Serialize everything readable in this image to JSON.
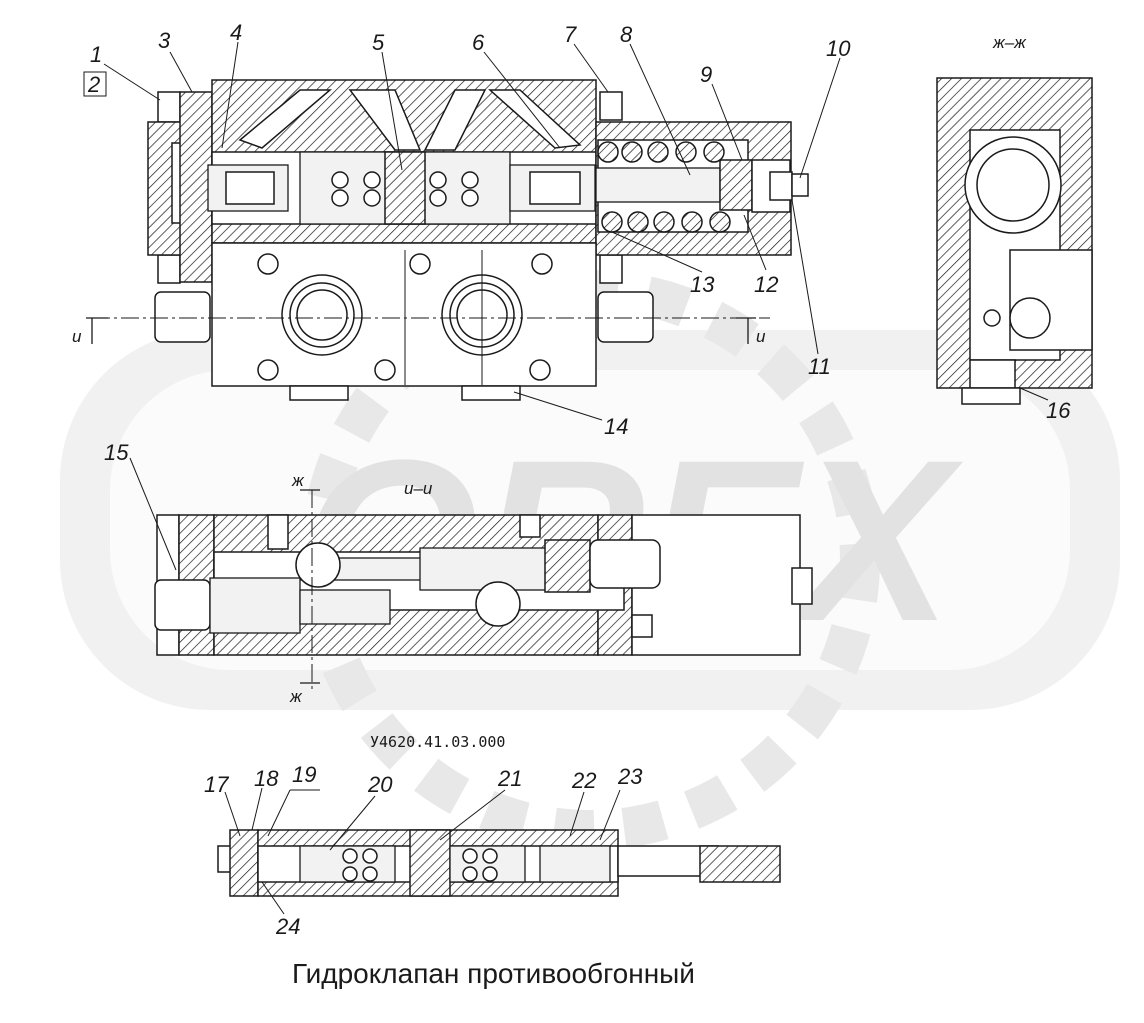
{
  "drawing": {
    "title": "Гидроклапан противообгонный",
    "part_code": "У4620.41.03.000",
    "watermark": "OREX",
    "sections": {
      "zh_zh": "ж–ж",
      "i_i": "и–и",
      "cut_i_left": "и",
      "cut_i_right": "и",
      "cut_zh_top": "ж",
      "cut_zh_bottom": "ж"
    },
    "callouts": {
      "c1": "1",
      "c2": "2",
      "c3": "3",
      "c4": "4",
      "c5": "5",
      "c6": "6",
      "c7": "7",
      "c8": "8",
      "c9": "9",
      "c10": "10",
      "c11": "11",
      "c12": "12",
      "c13": "13",
      "c14": "14",
      "c15": "15",
      "c16": "16",
      "c17": "17",
      "c18": "18",
      "c19": "19",
      "c20": "20",
      "c21": "21",
      "c22": "22",
      "c23": "23",
      "c24": "24"
    }
  },
  "colors": {
    "ink": "#1a1a1a",
    "watermark": "#e6e6e6",
    "background": "#ffffff"
  }
}
